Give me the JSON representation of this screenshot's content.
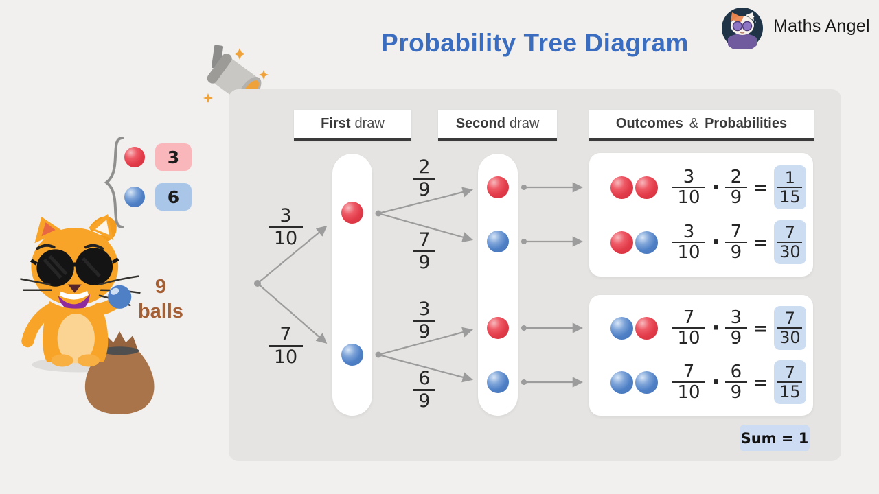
{
  "header": {
    "title": "Probability Tree Diagram",
    "brand": "Maths Angel"
  },
  "legend": {
    "red_count": "3",
    "blue_count": "6",
    "total_line1": "9",
    "total_line2": "balls"
  },
  "columns": {
    "first": {
      "bold": "First",
      "rest": "draw"
    },
    "second": {
      "bold": "Second",
      "rest": "draw"
    },
    "outcomes": {
      "left": "Outcomes",
      "amp": "&",
      "right": "Probabilities"
    }
  },
  "tree": {
    "first_draw_balls": [
      "red",
      "blue"
    ],
    "second_draw_balls": [
      "red",
      "blue",
      "red",
      "blue"
    ],
    "branches": [
      {
        "num": "3",
        "den": "10"
      },
      {
        "num": "7",
        "den": "10"
      },
      {
        "num": "2",
        "den": "9"
      },
      {
        "num": "7",
        "den": "9"
      },
      {
        "num": "3",
        "den": "9"
      },
      {
        "num": "6",
        "den": "9"
      }
    ]
  },
  "outcomes": [
    {
      "balls": [
        "red",
        "red"
      ],
      "f1": {
        "num": "3",
        "den": "10"
      },
      "f2": {
        "num": "2",
        "den": "9"
      },
      "result": {
        "num": "1",
        "den": "15"
      }
    },
    {
      "balls": [
        "red",
        "blue"
      ],
      "f1": {
        "num": "3",
        "den": "10"
      },
      "f2": {
        "num": "7",
        "den": "9"
      },
      "result": {
        "num": "7",
        "den": "30"
      }
    },
    {
      "balls": [
        "blue",
        "red"
      ],
      "f1": {
        "num": "7",
        "den": "10"
      },
      "f2": {
        "num": "3",
        "den": "9"
      },
      "result": {
        "num": "7",
        "den": "30"
      }
    },
    {
      "balls": [
        "blue",
        "blue"
      ],
      "f1": {
        "num": "7",
        "den": "10"
      },
      "f2": {
        "num": "6",
        "den": "9"
      },
      "result": {
        "num": "7",
        "den": "15"
      }
    }
  ],
  "symbols": {
    "times": "·",
    "equals": "="
  },
  "sum_label": "Sum = 1",
  "icons": {
    "spotlight": "spotlight with orange lens and sparkles",
    "cat_mascot": "orange cat with sunglasses holding blue ball, money bag",
    "brand_avatar": "cat with purple glasses in dark circle",
    "brace": "curly brace",
    "red_ball": "red marble",
    "blue_ball": "blue marble"
  },
  "colors": {
    "title_blue": "#3a6dbf",
    "red_ball": "#e23b49",
    "blue_ball": "#4f80c6",
    "pink_chip": "#f9b7bc",
    "blue_chip": "#a9c6e8",
    "result_chip": "#ccdcf1",
    "panel_gray": "#e5e4e2",
    "arrow_gray": "#9c9c9c",
    "balls_text_brown": "#a55f35"
  }
}
